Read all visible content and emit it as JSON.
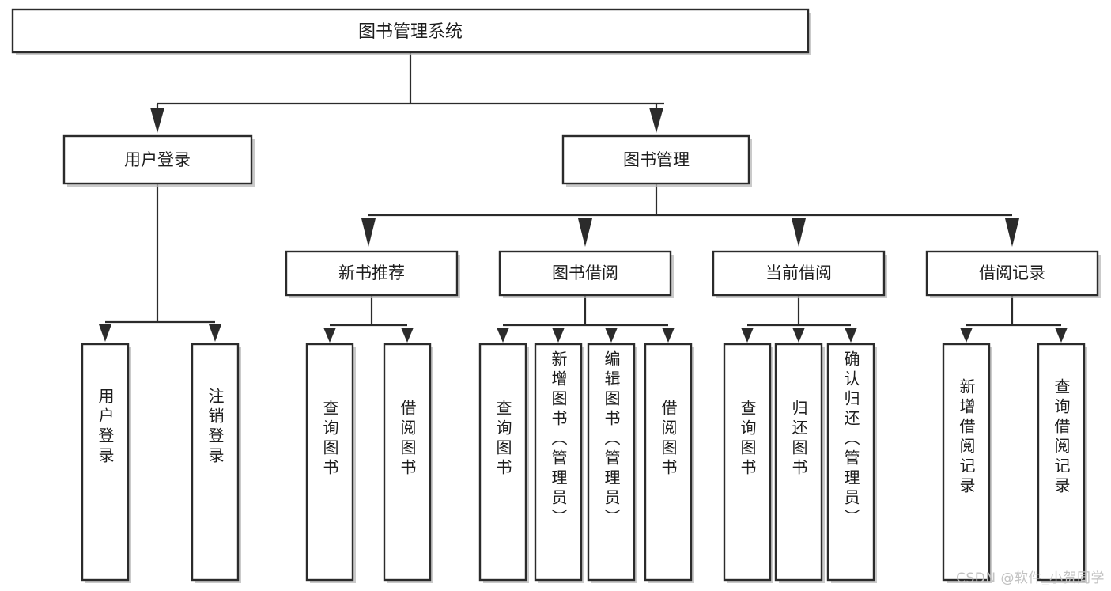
{
  "diagram": {
    "type": "tree-hierarchy",
    "title": "图书管理系统",
    "background_color": "#ffffff",
    "box_border_color": "#2b2b2b",
    "text_color": "#1d1d1d",
    "shadow_color": "#b8b8b8"
  },
  "root": {
    "label": "图书管理系统"
  },
  "level2": [
    {
      "label": "用户登录"
    },
    {
      "label": "图书管理"
    }
  ],
  "level3": [
    {
      "label": "新书推荐"
    },
    {
      "label": "图书借阅"
    },
    {
      "label": "当前借阅"
    },
    {
      "label": "借阅记录"
    }
  ],
  "leaves": {
    "user_login": [
      {
        "label": "用户登录"
      },
      {
        "label": "注销登录"
      }
    ],
    "new_book": [
      {
        "label": "查询图书"
      },
      {
        "label": "借阅图书"
      }
    ],
    "book_borrow": [
      {
        "label": "查询图书"
      },
      {
        "label": "新增图书（管理员）"
      },
      {
        "label": "编辑图书（管理员）"
      },
      {
        "label": "借阅图书"
      }
    ],
    "current_borrow": [
      {
        "label": "查询图书"
      },
      {
        "label": "归还图书"
      },
      {
        "label": "确认归还（管理员）"
      }
    ],
    "borrow_record": [
      {
        "label": "新增借阅记录"
      },
      {
        "label": "查询借阅记录"
      }
    ]
  },
  "watermark": {
    "text": "CSDN @软件_小贺同学"
  }
}
